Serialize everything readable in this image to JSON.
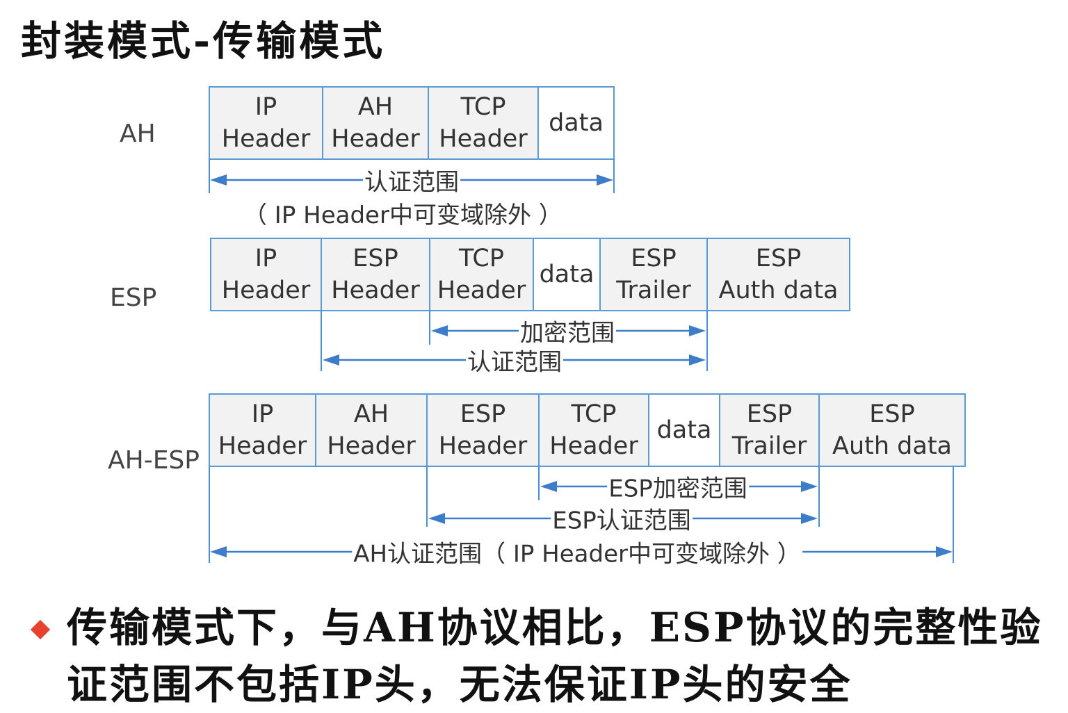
{
  "title": "封装模式-传输模式",
  "rows": {
    "ah": {
      "label": "AH",
      "cells": [
        {
          "text": "IP\nHeader"
        },
        {
          "text": "AH\nHeader"
        },
        {
          "text": "TCP\nHeader"
        },
        {
          "text": "data"
        }
      ],
      "auth_label": "认证范围",
      "auth_note": "（ IP Header中可变域除外 ）"
    },
    "esp": {
      "label": "ESP",
      "cells": [
        {
          "text": "IP\nHeader"
        },
        {
          "text": "ESP\nHeader"
        },
        {
          "text": "TCP\nHeader"
        },
        {
          "text": "data"
        },
        {
          "text": "ESP\nTrailer"
        },
        {
          "text": "ESP\nAuth data"
        }
      ],
      "encrypt_label": "加密范围",
      "auth_label": "认证范围"
    },
    "ahesp": {
      "label": "AH-ESP",
      "cells": [
        {
          "text": "IP\nHeader"
        },
        {
          "text": "AH\nHeader"
        },
        {
          "text": "ESP\nHeader"
        },
        {
          "text": "TCP\nHeader"
        },
        {
          "text": "data"
        },
        {
          "text": "ESP\nTrailer"
        },
        {
          "text": "ESP\nAuth data"
        }
      ],
      "esp_encrypt_label": "ESP加密范围",
      "esp_auth_label": "ESP认证范围",
      "ah_auth_label": "AH认证范围（ IP Header中可变域除外 ）"
    }
  },
  "bullet_text": "传输模式下，与AH协议相比，ESP协议的完整性验证范围不包括IP头，无法保证IP头的安全",
  "colors": {
    "border": "#5a9bd5",
    "arrow": "#3d7cc9",
    "cell_fill": "#f2f2f2",
    "bullet": "#e8412e"
  }
}
